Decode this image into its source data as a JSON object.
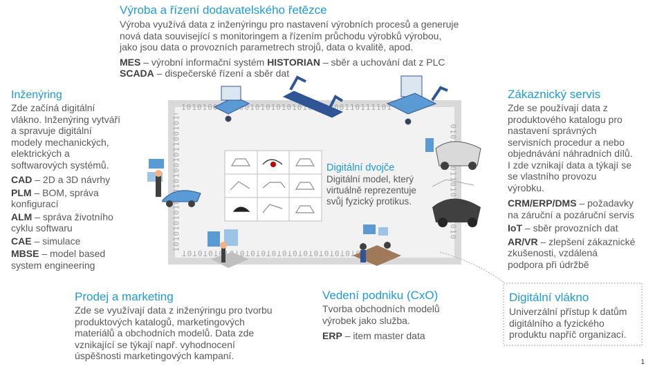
{
  "supply": {
    "title": "Výroba a řízení dodavatelského řetězce",
    "desc": [
      "Výroba využívá data z inženýringu pro nastavení výrobních procesů a generuje",
      "nová data související s monitoringem a řízením průchodu výrobků výrobou,",
      "jako jsou data o provozních parametrech strojů, data o kvalitě, apod."
    ],
    "items": [
      {
        "k": "MES",
        "t": " – výrobní informační systém ",
        "k2": "HISTORIAN",
        "t2": " – sběr a uchování dat z PLC"
      },
      {
        "k": "SCADA",
        "t": " – dispečerské řízení a sběr dat"
      }
    ]
  },
  "engineering": {
    "title": "Inženýring",
    "desc": [
      "Zde začíná digitální",
      "vlákno. Inženýring vytváří",
      "a spravuje digitální",
      "modely mechanických,",
      "elektrických a",
      "softwarových systémů."
    ],
    "items": [
      {
        "k": "CAD",
        "t": " – 2D a 3D návrhy"
      },
      {
        "k": "PLM",
        "t": " – BOM, správa",
        "t3": "konfigurací"
      },
      {
        "k": "ALM",
        "t": " – správa životního",
        "t3": "cyklu softwaru"
      },
      {
        "k": "CAE",
        "t": " – simulace"
      },
      {
        "k": "MBSE",
        "t": " – model based",
        "t3": "system engineering"
      }
    ]
  },
  "service": {
    "title": "Zákaznický servis",
    "desc": [
      "Zde se používají data z",
      "produktového katalogu pro",
      "nastavení správných",
      "servisních procedur a nebo",
      "objednávání náhradních dílů.",
      "I zde vznikají data a týkají se",
      "se vlastního provozu",
      "výrobku."
    ],
    "items": [
      {
        "k": "CRM/ERP/DMS",
        "t": " – požadavky",
        "t3": "na záruční a pozáruční servis"
      },
      {
        "k": "IoT",
        "t": " – sběr provozních dat"
      },
      {
        "k": "AR/VR",
        "t": " – zlepšení zákaznické",
        "t3": "zkušenosti, vzdálená",
        "t4": "podpora při údržbě"
      }
    ]
  },
  "twin": {
    "title": "Digitální dvojče",
    "desc": [
      "Digitální model, který",
      "virtuálně reprezentuje",
      "svůj fyzický protikus."
    ]
  },
  "marketing": {
    "title": "Prodej a marketing",
    "desc": [
      "Zde se využívají data z inženýringu pro tvorbu",
      "produktových katalogů, marketingových",
      "materiálů a obchodních modelů. Data zde",
      "vznikající se týkají např. vyhodnocení",
      "úspěšnosti marketingových kampaní."
    ]
  },
  "cxo": {
    "title": "Vedení podniku (CxO)",
    "desc": [
      "Tvorba obchodních modelů",
      "výrobek jako služba."
    ],
    "items": [
      {
        "k": "ERP",
        "t": " – item master data"
      }
    ]
  },
  "thread": {
    "title": "Digitální vlákno",
    "desc": [
      "Univerzální přístup k datům",
      "digitálního a fyzického",
      "produktu napříč organizací."
    ]
  },
  "binary": {
    "top": "1010100101100101010101010110100110111101",
    "bottom": "T0T0T0T0T0T0T0T0T0T0T0T0T0T0T0T0T0T0T0T",
    "left": "1010101010101010010110010101011010",
    "right": "0101010101101010101010"
  },
  "page_number": "1",
  "colors": {
    "accent": "#1E9BD7",
    "text": "#595959",
    "frame": "#d9d9d9",
    "frame_fill": "#f2f2f2"
  }
}
